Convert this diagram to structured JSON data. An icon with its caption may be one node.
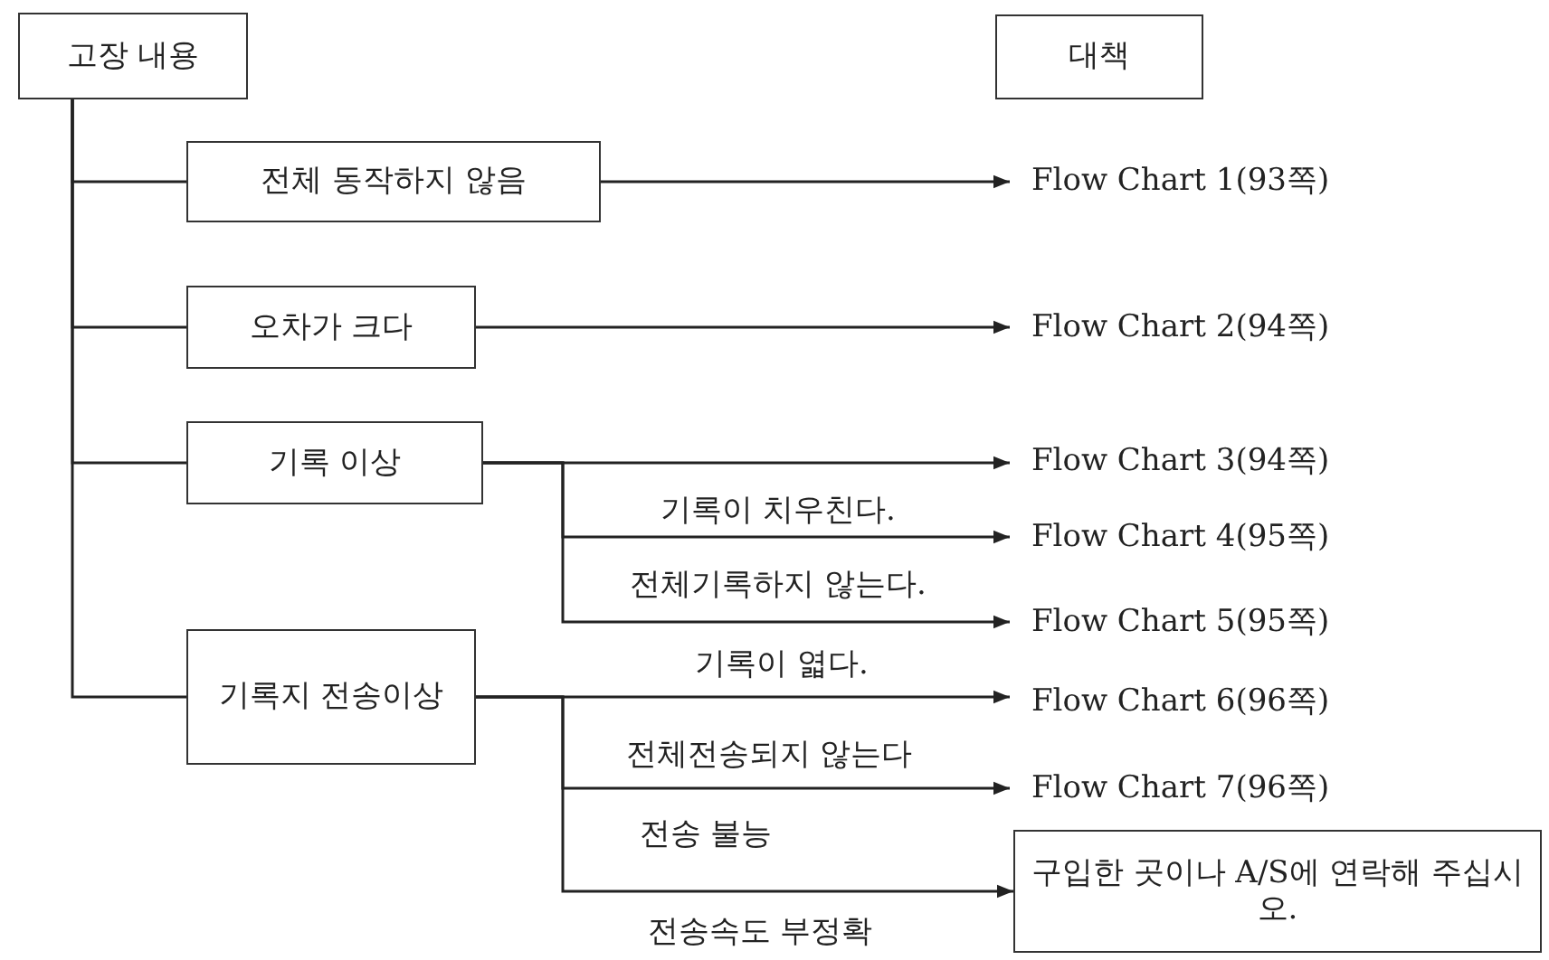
{
  "diagram": {
    "nodes": [
      {
        "text": [
          "고장 내용"
        ]
      },
      {
        "text": [
          "대책"
        ]
      },
      {
        "text": [
          "전체 동작하지 않음"
        ]
      },
      {
        "text": [
          "오차가 크다"
        ]
      },
      {
        "text": [
          "기록 이상"
        ]
      },
      {
        "text": [
          "기록지 전송이상"
        ]
      },
      {
        "text": [
          "Flow Chart 1(93쪽)"
        ]
      },
      {
        "text": [
          "Flow Chart 2(94쪽)"
        ]
      },
      {
        "text": [
          "Flow Chart 3(94쪽)"
        ]
      },
      {
        "text": [
          "Flow Chart 4(95쪽)"
        ]
      },
      {
        "text": [
          "Flow Chart 5(95쪽)"
        ]
      },
      {
        "text": [
          "Flow Chart 6(96쪽)"
        ]
      },
      {
        "text": [
          "Flow Chart 7(96쪽)"
        ]
      },
      {
        "text": [
          "구입한 곳이나 A/S에 연락해 주십시오."
        ]
      }
    ],
    "edges": [
      {
        "from": 0,
        "to": 2,
        "arrow": "none"
      },
      {
        "from": 0,
        "to": 3,
        "arrow": "none"
      },
      {
        "from": 0,
        "to": 4,
        "arrow": "none"
      },
      {
        "from": 0,
        "to": 5,
        "arrow": "none"
      },
      {
        "from": 2,
        "to": 6,
        "arrow": "to"
      },
      {
        "from": 3,
        "to": 7,
        "arrow": "to"
      },
      {
        "from": 4,
        "to": 8,
        "arrow": "to",
        "label": "기록이 치우친다."
      },
      {
        "from": 4,
        "to": 9,
        "arrow": "to",
        "label": "전체기록하지 않는다."
      },
      {
        "from": 4,
        "to": 10,
        "arrow": "to",
        "label": "기록이 엷다."
      },
      {
        "from": 5,
        "to": 11,
        "arrow": "to",
        "label": "전체전송되지 않는다"
      },
      {
        "from": 5,
        "to": 12,
        "arrow": "to",
        "label": "전송 불능"
      },
      {
        "from": 5,
        "to": 13,
        "arrow": "to",
        "label": "전송속도 부정확"
      }
    ]
  }
}
